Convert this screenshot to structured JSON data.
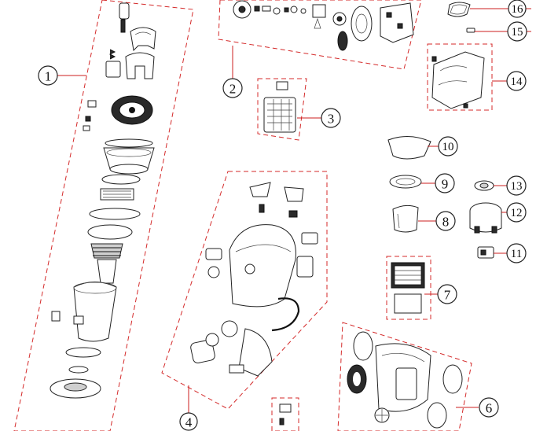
{
  "diagram": {
    "type": "exploded-parts-view",
    "colors": {
      "group_border": "#d42a2a",
      "leader_line": "#cc1f1f",
      "part_outline": "#222222"
    },
    "callouts": [
      {
        "id": "1",
        "label": "1"
      },
      {
        "id": "2",
        "label": "2"
      },
      {
        "id": "3",
        "label": "3"
      },
      {
        "id": "4",
        "label": "4"
      },
      {
        "id": "6",
        "label": "6"
      },
      {
        "id": "7",
        "label": "7"
      },
      {
        "id": "8",
        "label": "8"
      },
      {
        "id": "9",
        "label": "9"
      },
      {
        "id": "10",
        "label": "10"
      },
      {
        "id": "11",
        "label": "11"
      },
      {
        "id": "12",
        "label": "12"
      },
      {
        "id": "13",
        "label": "13"
      },
      {
        "id": "14",
        "label": "14"
      },
      {
        "id": "15",
        "label": "15"
      },
      {
        "id": "16",
        "label": "16"
      }
    ]
  }
}
